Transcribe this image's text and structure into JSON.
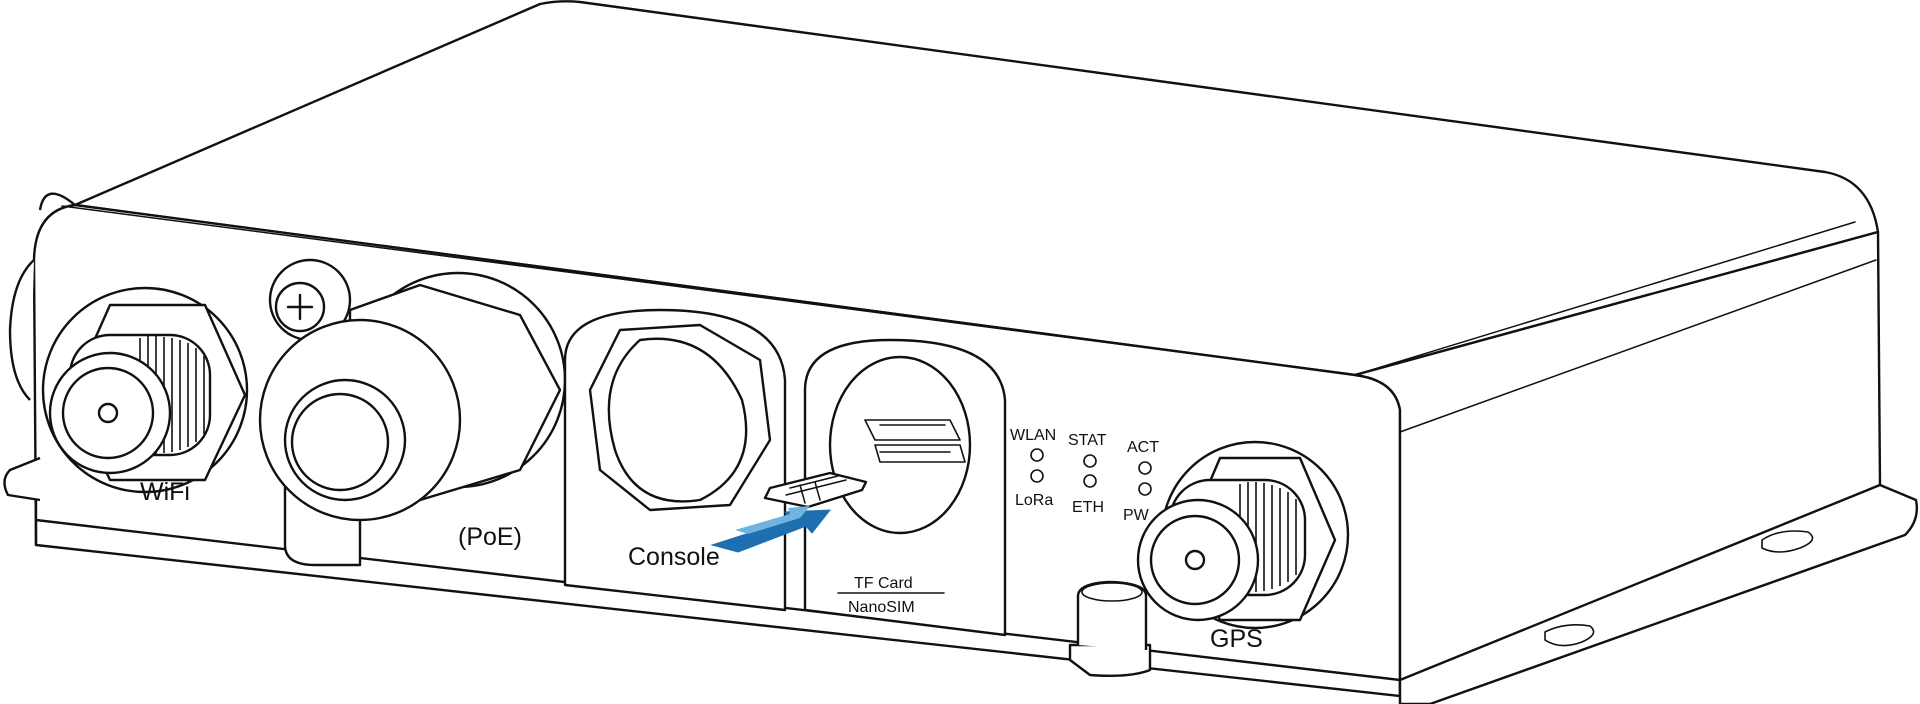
{
  "ports": {
    "wifi": "WiFi",
    "poe": "(PoE)",
    "console": "Console",
    "tf_card": "TF Card",
    "nanosim": "NanoSIM",
    "gps": "GPS"
  },
  "leds": {
    "col1_top": "WLAN",
    "col1_bottom": "LoRa",
    "col2_top": "STAT",
    "col2_bottom": "ETH",
    "col3_top": "ACT",
    "col3_bottom": "PW"
  },
  "colors": {
    "line": "#111111",
    "background": "#ffffff",
    "arrow": "#1e6fb0",
    "arrow_light": "#6fb3e0"
  }
}
